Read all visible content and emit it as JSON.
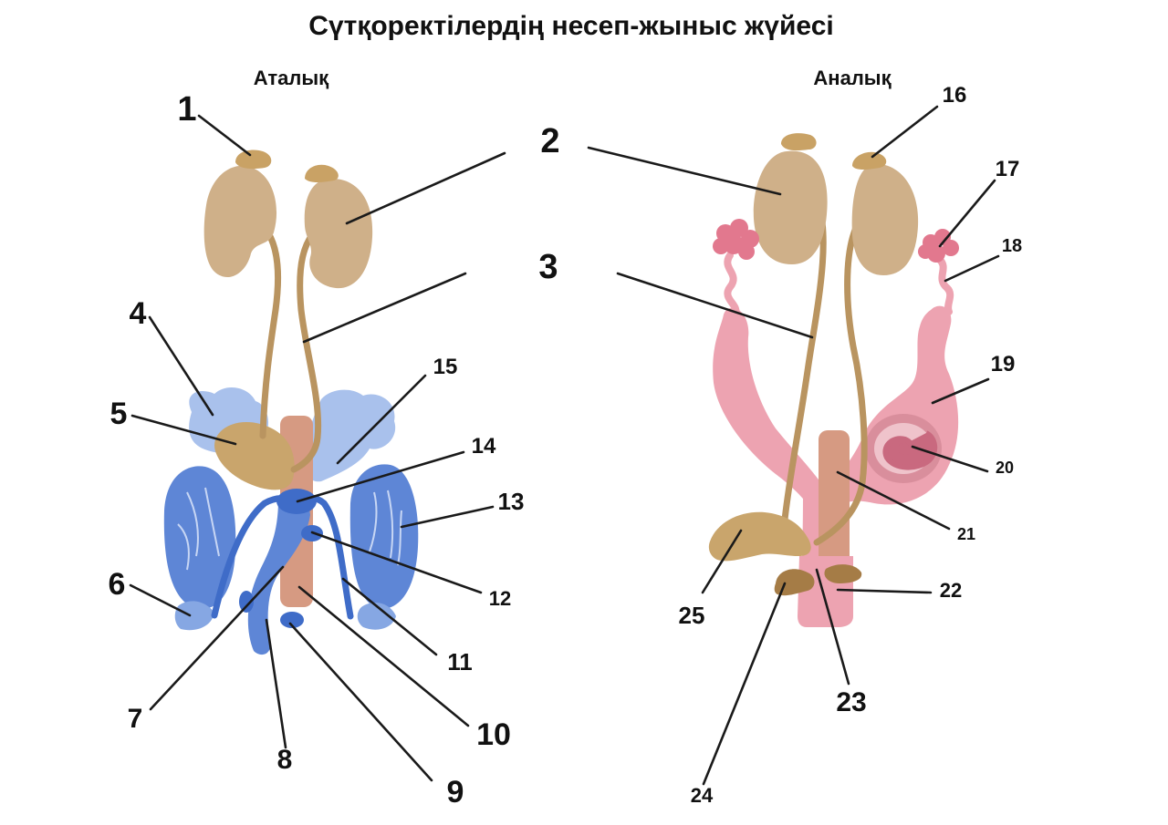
{
  "title": "Сүтқоректілердің несеп-жыныс жүйесі",
  "sections": {
    "male": "Аталық",
    "female": "Аналық"
  },
  "labels": {
    "n1": "1",
    "n2": "2",
    "n3": "3",
    "n4": "4",
    "n5": "5",
    "n6": "6",
    "n7": "7",
    "n8": "8",
    "n9": "9",
    "n10": "10",
    "n11": "11",
    "n12": "12",
    "n13": "13",
    "n14": "14",
    "n15": "15",
    "n16": "16",
    "n17": "17",
    "n18": "18",
    "n19": "19",
    "n20": "20",
    "n21": "21",
    "n22": "22",
    "n23": "23",
    "n24": "24",
    "n25": "25"
  },
  "colors": {
    "kidney": "#cfb089",
    "adrenal": "#c9a265",
    "ureter": "#b99460",
    "bladder": "#c9a56c",
    "male_organs": "#5e86d6",
    "male_dark": "#3f6cc8",
    "gland_light": "#a9c1ec",
    "rectum": "#d69a82",
    "female_tract": "#eda3b1",
    "female_dark": "#d97b8e",
    "ovary": "#e2788e",
    "sphincter": "#a57c46"
  }
}
